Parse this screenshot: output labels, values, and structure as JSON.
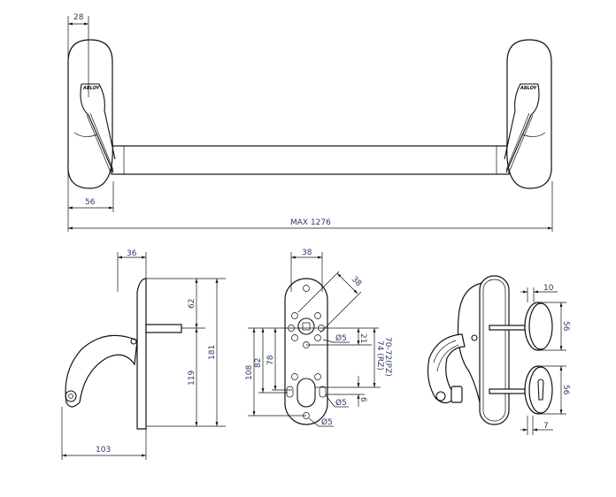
{
  "top_view": {
    "logo_text": "ABLOY",
    "dim_top_width": "28",
    "dim_handle_width": "56",
    "dim_total_length": "MAX 1276"
  },
  "side_view": {
    "dim_depth": "36",
    "dim_upper": "62",
    "dim_lower": "119",
    "dim_height": "181",
    "dim_projection": "103"
  },
  "plate_view": {
    "dim_width": "38",
    "dim_diagonal": "38",
    "dim_hole_upper": "Ø5",
    "dim_hole_middle": "Ø5",
    "dim_hole_lower": "Ø5",
    "dim_21": "21",
    "dim_6": "6",
    "dim_108": "108",
    "dim_82": "82",
    "dim_78": "78",
    "dim_pz": "70-72(PZ)",
    "dim_rz": "74 (RZ)"
  },
  "perspective_view": {
    "dim_rosette_thickness": "10",
    "dim_rosette_upper": "56",
    "dim_rosette_lower": "56",
    "dim_escutcheon_thickness": "7"
  }
}
